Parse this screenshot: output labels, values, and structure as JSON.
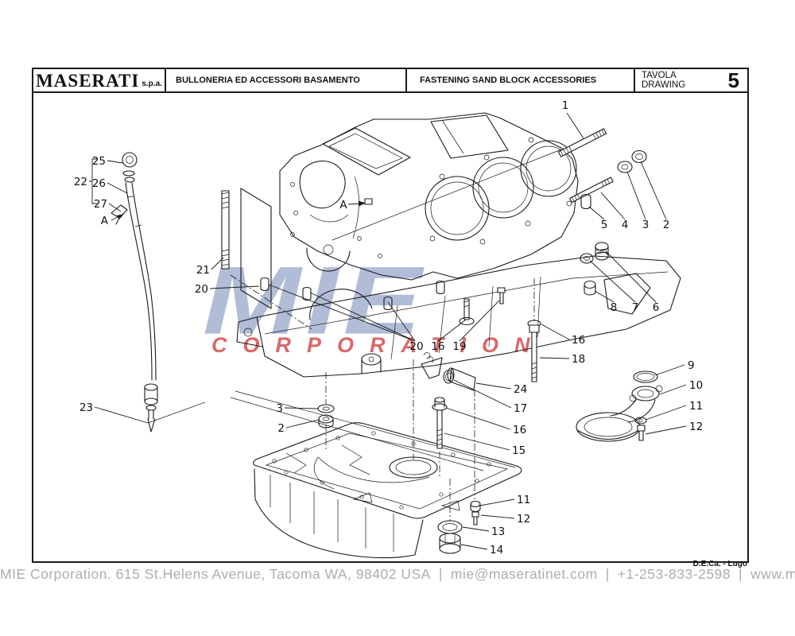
{
  "header": {
    "brand": "MASERATI",
    "brand_suffix": "s.p.a.",
    "title_italian": "BULLONERIA ED ACCESSORI BASAMENTO",
    "title_english": "FASTENING SAND BLOCK ACCESSORIES",
    "tavola_label": "TAVOLA",
    "drawing_label": "DRAWING",
    "drawing_number": "5"
  },
  "diagram": {
    "credit": "D.E.Ca. - Lugo",
    "watermark": {
      "line1": "MIE",
      "line2": "CORPORATION",
      "blue": "#647AAF",
      "red": "#CD3E3E"
    },
    "callouts": {
      "c1": "1",
      "c2a": "2",
      "c3a": "3",
      "c4": "4",
      "c5": "5",
      "c6": "6",
      "c7": "7",
      "c8": "8",
      "c9": "9",
      "c10": "10",
      "c11a": "11",
      "c12a": "12",
      "c16a": "16",
      "c18": "18",
      "c24": "24",
      "c17": "17",
      "c16b": "16",
      "c15": "15",
      "c11b": "11",
      "c12b": "12",
      "c13": "13",
      "c14": "14",
      "c20a": "20",
      "c16c": "16",
      "c19": "19",
      "c3b": "3",
      "c2b": "2",
      "c21": "21",
      "c20b": "20",
      "c23": "23",
      "c25": "25",
      "c26": "26",
      "c27": "27",
      "c22": "22",
      "cA1": "A",
      "cA2": "A"
    }
  },
  "footer": {
    "company": "MIE Corporation. 615 St.Helens Avenue, Tacoma WA, 98402 USA",
    "separator": "|",
    "email": "mie@maseratinet.com",
    "phone": "+1-253-833-2598",
    "website": "www.maseratinet.com"
  }
}
